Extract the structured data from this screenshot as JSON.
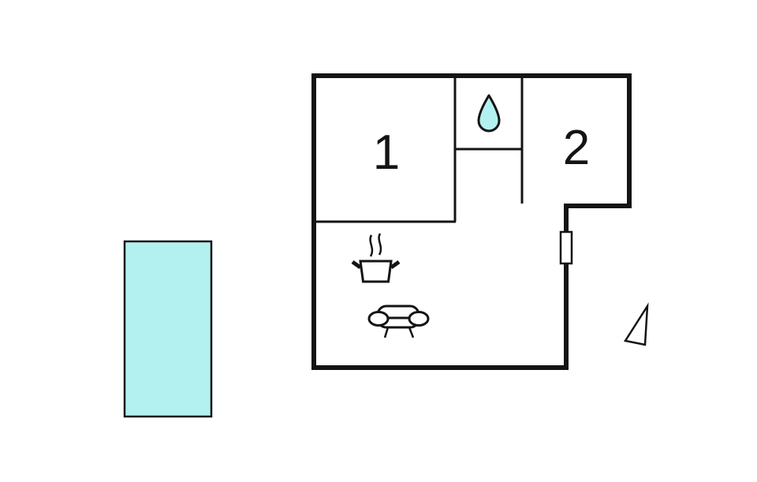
{
  "palette": {
    "background": "#ffffff",
    "wall": "#141414",
    "water": "#b3f1f1"
  },
  "rooms": {
    "room1_label": "1",
    "room2_label": "2"
  },
  "icons": {
    "bathroom": "water-drop-icon",
    "kitchen": "cooking-pot-icon",
    "living_room": "sofa-icon",
    "orientation": "north-arrow-icon",
    "outdoor": "swimming-pool"
  }
}
